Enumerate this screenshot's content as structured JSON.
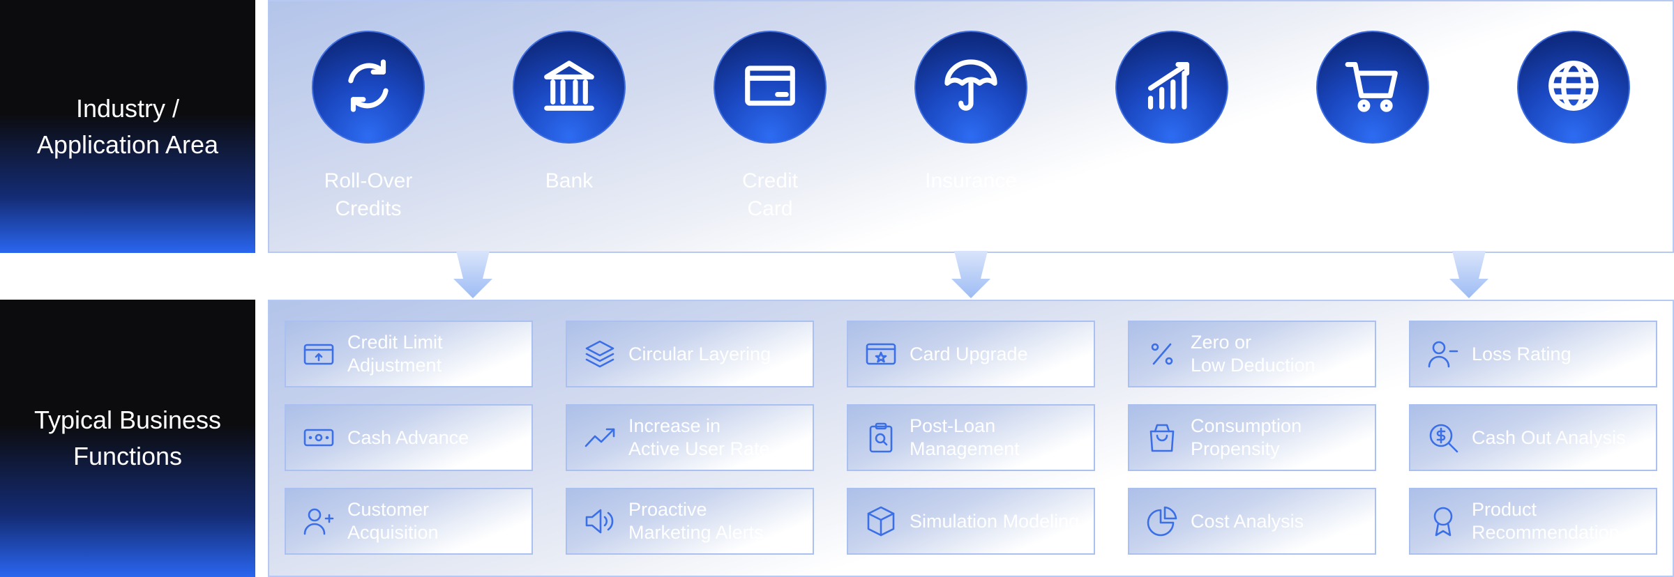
{
  "row_labels": {
    "top": "Industry /\nApplication Area",
    "bottom": "Typical Business\nFunctions"
  },
  "industries": [
    {
      "label": "Roll-Over\nCredits",
      "icon": "refresh-icon"
    },
    {
      "label": "Bank",
      "icon": "bank-icon"
    },
    {
      "label": "Credit\nCard",
      "icon": "credit-card-icon"
    },
    {
      "label": "Insurance",
      "icon": "umbrella-icon"
    },
    {
      "label": "",
      "icon": "growth-chart-icon"
    },
    {
      "label": "",
      "icon": "shopping-cart-icon"
    },
    {
      "label": "",
      "icon": "globe-icon"
    }
  ],
  "functions": [
    {
      "label": "Credit Limit\nAdjustment",
      "icon": "credit-limit-card-icon"
    },
    {
      "label": "Circular Layering",
      "icon": "layers-icon"
    },
    {
      "label": "Card Upgrade",
      "icon": "card-star-icon"
    },
    {
      "label": "Zero or\nLow Deduction",
      "icon": "percent-icon"
    },
    {
      "label": "Loss Rating",
      "icon": "user-minus-icon"
    },
    {
      "label": "Cash Advance",
      "icon": "cash-icon"
    },
    {
      "label": "Increase in\nActive User Rate",
      "icon": "trending-up-icon"
    },
    {
      "label": "Post-Loan\nManagement",
      "icon": "clipboard-search-icon"
    },
    {
      "label": "Consumption\nPropensity",
      "icon": "shopping-bag-icon"
    },
    {
      "label": "Cash Out Analysis",
      "icon": "dollar-search-icon"
    },
    {
      "label": "Customer\nAcquisition",
      "icon": "user-plus-icon"
    },
    {
      "label": "Proactive\nMarketing Alerts",
      "icon": "megaphone-icon"
    },
    {
      "label": "Simulation Modeling",
      "icon": "cube-icon"
    },
    {
      "label": "Cost Analysis",
      "icon": "pie-chart-icon"
    },
    {
      "label": "Product\nRecommendation",
      "icon": "award-icon"
    }
  ],
  "colors": {
    "label_gradient_dark": "#0c0c0f",
    "label_gradient_blue": "#2a66f0",
    "circle_blue": "#1a47c0",
    "function_icon_blue": "#3a6fe8",
    "panel_border": "#b7c9f2",
    "arrow_blue": "#a9c4f5"
  }
}
